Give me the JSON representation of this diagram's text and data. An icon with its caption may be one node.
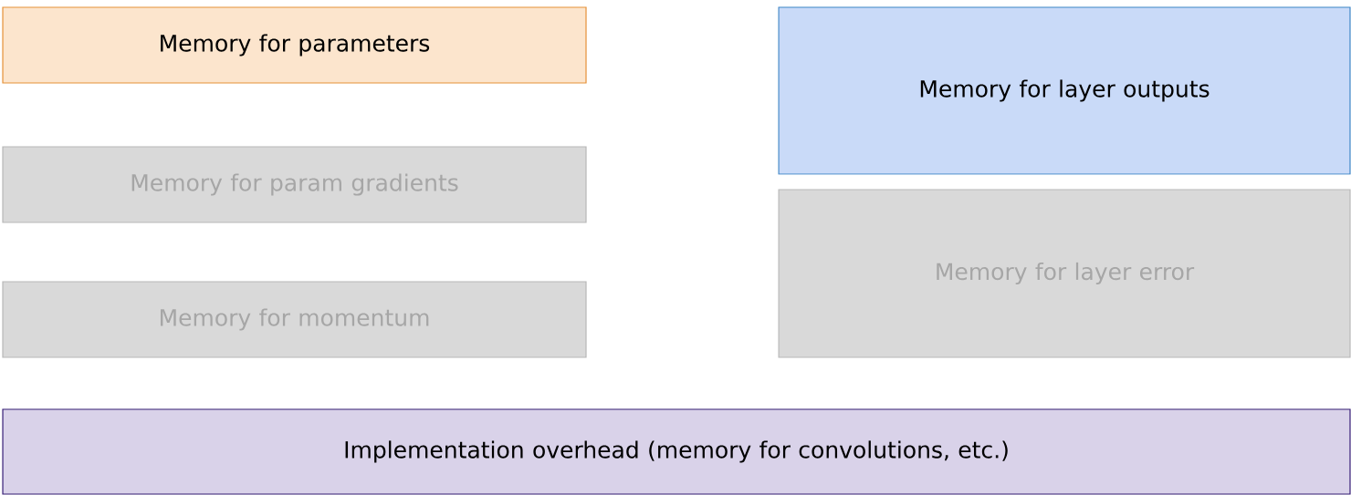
{
  "diagram": {
    "nodes": [
      {
        "text": [
          "Memory for parameters"
        ]
      },
      {
        "text": [
          "Memory for param gradients"
        ]
      },
      {
        "text": [
          "Memory for momentum"
        ]
      },
      {
        "text": [
          "Memory for layer outputs"
        ]
      },
      {
        "text": [
          "Memory for layer error"
        ]
      },
      {
        "text": [
          "Implementation overhead (memory for convolutions, etc.)"
        ]
      }
    ]
  }
}
